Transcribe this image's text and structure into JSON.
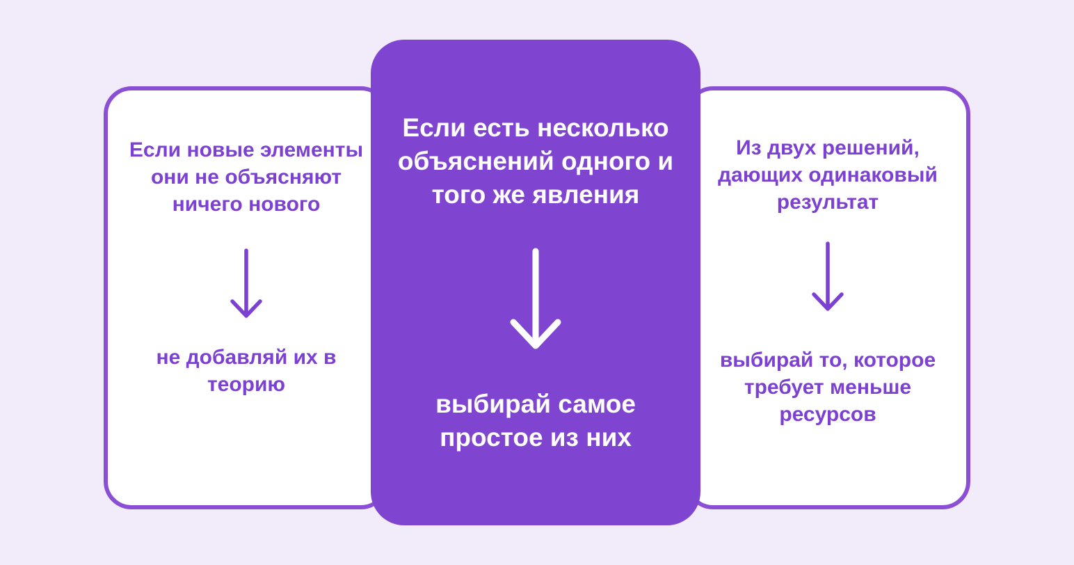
{
  "page": {
    "background_color": "#F2EBFA",
    "language": "ru",
    "description": "three-card flow diagram, each card: condition, down arrow, conclusion"
  },
  "colors": {
    "accent_purple_text": "#7C40D2",
    "card_border_purple": "#8A4FD4",
    "center_card_purple": "#7F45D0",
    "center_card_text": "#FFFFFF",
    "side_card_background": "#FFFFFF"
  },
  "icons": {
    "arrow": "down-arrow-icon"
  },
  "cards": {
    "left": {
      "condition_lines": [
        "Если новые элементы",
        "они не объясняют",
        "ничего нового"
      ],
      "conclusion_lines": [
        "не добавляй их в",
        "теорию"
      ]
    },
    "center": {
      "condition_lines": [
        "Если есть несколько",
        "объяснений одного и",
        "того же явления"
      ],
      "conclusion_lines": [
        "выбирай самое",
        "простое из них"
      ]
    },
    "right": {
      "condition_lines": [
        "Из двух решений,",
        "дающих одинаковый",
        "результат"
      ],
      "conclusion_lines": [
        "выбирай то, которое",
        "требует меньше",
        "ресурсов"
      ]
    }
  }
}
